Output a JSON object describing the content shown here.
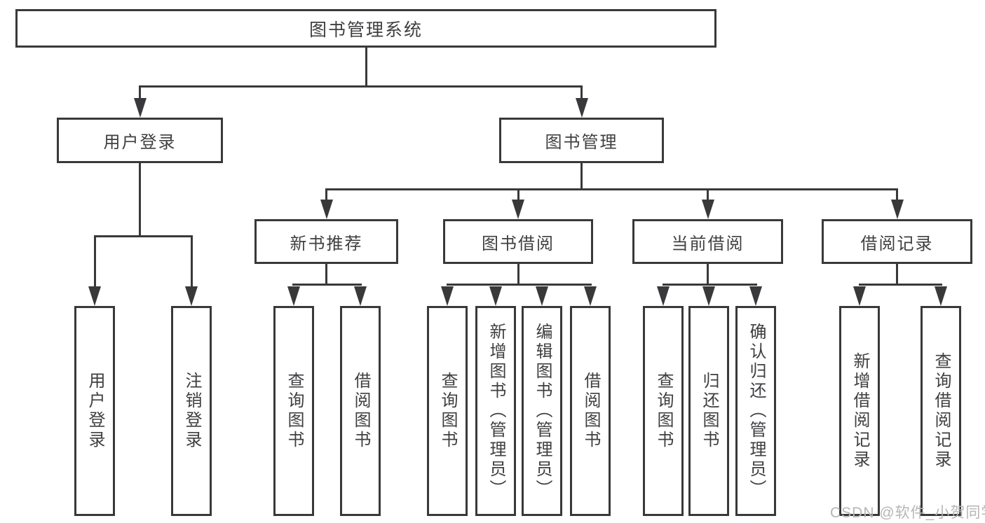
{
  "colors": {
    "line": "#39393b",
    "box_border": "#39393b",
    "text": "#3f3f42",
    "watermark": "#b6b6b6"
  },
  "watermark": {
    "text": "CSDN @软件_小贺同学"
  },
  "nodes": {
    "root": "图书管理系统",
    "user_login": "用户登录",
    "book_mgmt": "图书管理",
    "new_book_rec": "新书推荐",
    "book_borrow": "图书借阅",
    "current_borrow": "当前借阅",
    "borrow_records": "借阅记录",
    "ul_user_login": "用户登录",
    "ul_logout": "注销登录",
    "nb_query_books": "查询图书",
    "nb_borrow_books": "借阅图书",
    "bb_query_books": "查询图书",
    "bb_add_books": "新增图书（管理员）",
    "bb_edit_books": "编辑图书（管理员）",
    "bb_borrow_books": "借阅图书",
    "cb_query_books": "查询图书",
    "cb_return_books": "归还图书",
    "cb_confirm_return": "确认归还（管理员）",
    "br_add_record": "新增借阅记录",
    "br_query_record": "查询借阅记录"
  }
}
